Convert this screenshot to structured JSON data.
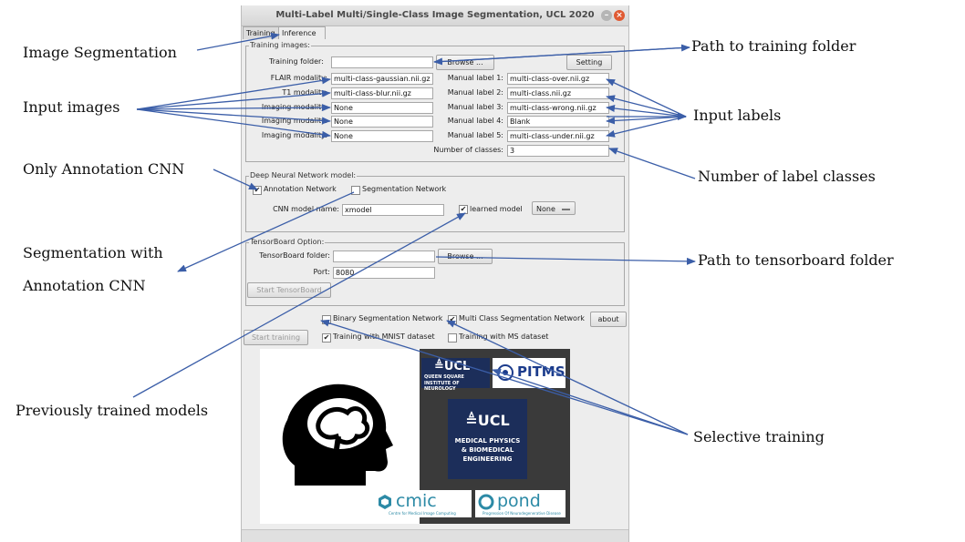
{
  "window": {
    "title": "Multi-Label Multi/Single-Class Image Segmentation, UCL 2020",
    "tabs": [
      "Training",
      "Inference"
    ]
  },
  "training_images": {
    "title": "Training images:",
    "folder_label": "Training folder:",
    "folder_value": "",
    "browse_label": "Browse ...",
    "setting_label": "Setting",
    "modalities": [
      {
        "label": "FLAIR modality:",
        "value": "multi-class-gaussian.nii.gz"
      },
      {
        "label": "T1 modality:",
        "value": "multi-class-blur.nii.gz"
      },
      {
        "label": "Imaging modality:",
        "value": "None"
      },
      {
        "label": "Imaging modality:",
        "value": "None"
      },
      {
        "label": "Imaging modality:",
        "value": "None"
      }
    ],
    "manual_labels": [
      {
        "label": "Manual label 1:",
        "value": "multi-class-over.nii.gz"
      },
      {
        "label": "Manual label 2:",
        "value": "multi-class.nii.gz"
      },
      {
        "label": "Manual label 3:",
        "value": "multi-class-wrong.nii.gz"
      },
      {
        "label": "Manual label 4:",
        "value": "Blank"
      },
      {
        "label": "Manual label 5:",
        "value": "multi-class-under.nii.gz"
      }
    ],
    "num_classes_label": "Number of classes:",
    "num_classes_value": "3"
  },
  "dnn": {
    "title": "Deep Neural Network model:",
    "annotation_label": "Annotation Network",
    "annotation_checked": "✔",
    "segmentation_label": "Segmentation Network",
    "segmentation_checked": "",
    "model_name_label": "CNN model name:",
    "model_name_value": "xmodel",
    "learned_label": "learned model",
    "learned_checked": "✔",
    "model_select": "None"
  },
  "tensorboard": {
    "title": "TensorBoard Option:",
    "folder_label": "TensorBoard folder:",
    "folder_value": "",
    "browse_label": "Browse ...",
    "port_label": "Port:",
    "port_value": "8080",
    "start_label": "Start TensorBoard"
  },
  "bottom": {
    "binary_label": "Binary Segmentation Network",
    "binary_checked": "",
    "multi_label": "Multi Class Segmentation Network",
    "multi_checked": "✔",
    "about_label": "about",
    "start_training_label": "Start training",
    "mnist_label": "Training with MNIST dataset",
    "mnist_checked": "✔",
    "ms_label": "Training with MS dataset",
    "ms_checked": ""
  },
  "logos": {
    "ucl": "≜UCL",
    "ucl_sub1": "QUEEN SQUARE",
    "ucl_sub2": "INSTITUTE OF NEUROLOGY",
    "pitms": "PITMS",
    "ucl_mid": "≜UCL",
    "mp1": "MEDICAL PHYSICS",
    "mp2": "& BIOMEDICAL",
    "mp3": "ENGINEERING",
    "cmic": "cmic",
    "cmic_sub": "Centre for Medical Image Computing",
    "pond": "pond",
    "pond_sub": "Progression Of Neurodegenerative Disease"
  },
  "callouts": {
    "image_segmentation": "Image Segmentation",
    "path_training": "Path to training folder",
    "input_images": "Input images",
    "input_labels": "Input labels",
    "only_annotation": "Only Annotation CNN",
    "number_classes": "Number of label classes",
    "seg_with": "Segmentation with",
    "annotation_cnn": "Annotation CNN",
    "path_tensorboard": "Path to tensorboard folder",
    "previously": "Previously trained models",
    "selective": "Selective training"
  },
  "colors": {
    "arrow": "#3b5ea8",
    "window_bg": "#ededed",
    "ucl_blue": "#1c2e5a"
  }
}
